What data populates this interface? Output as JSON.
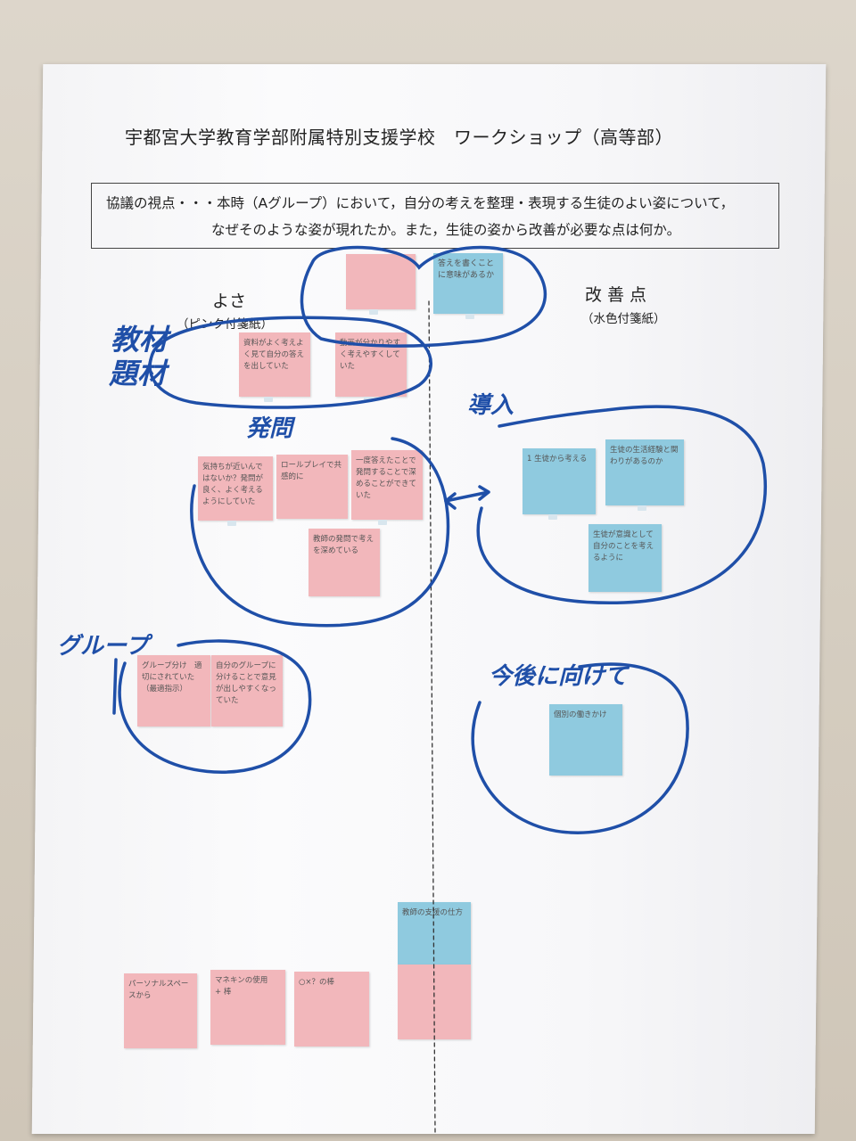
{
  "header": {
    "title": "宇都宮大学教育学部附属特別支援学校　ワークショップ（高等部）",
    "topic_line1": "協議の視点・・・本時（Aグループ）において，自分の考えを整理・表現する生徒のよい姿について，",
    "topic_line2": "なぜそのような姿が現れたか。また，生徒の姿から改善が必要な点は何か。"
  },
  "columns": {
    "left_label": "よさ",
    "left_sub": "（ピンク付箋紙）",
    "right_label": "改善点",
    "right_sub": "（水色付箋紙）"
  },
  "handwritten": {
    "kyozai": "教材",
    "daizai": "題材",
    "hatsumon": "発問",
    "donyu": "導入",
    "group": "グループ",
    "kongo": "今後に向けて"
  },
  "notes": {
    "p1": "資料がよく考えよく見て自分の答えを出していた",
    "p2": "動画が分かりやすく考えやすくしていた",
    "p3": "気持ちが近いんではないか？発問が良く、よく考えるようにしていた",
    "p4": "ロールプレイで共感的に",
    "p5": "一度答えたことで発問することで深めることができていた",
    "p6": "教師の発問で考えを深めている",
    "p7": "グループ分け　適切にされていた（最適指示）",
    "p8": "自分のグループに分けることで意見が出しやすくなっていた",
    "p9": "パーソナルスペースから",
    "p10": "マネキンの使用　+ 棒",
    "p11": "○×？の棒",
    "b1": "答えを書くことに意味があるか",
    "b2": "1 生徒から考える",
    "b3": "生徒の生活経験と関わりがあるのか",
    "b4": "生徒が意識として自分のことを考えるように",
    "b5": "個別の働きかけ",
    "b6": "教師の支援の仕方"
  }
}
